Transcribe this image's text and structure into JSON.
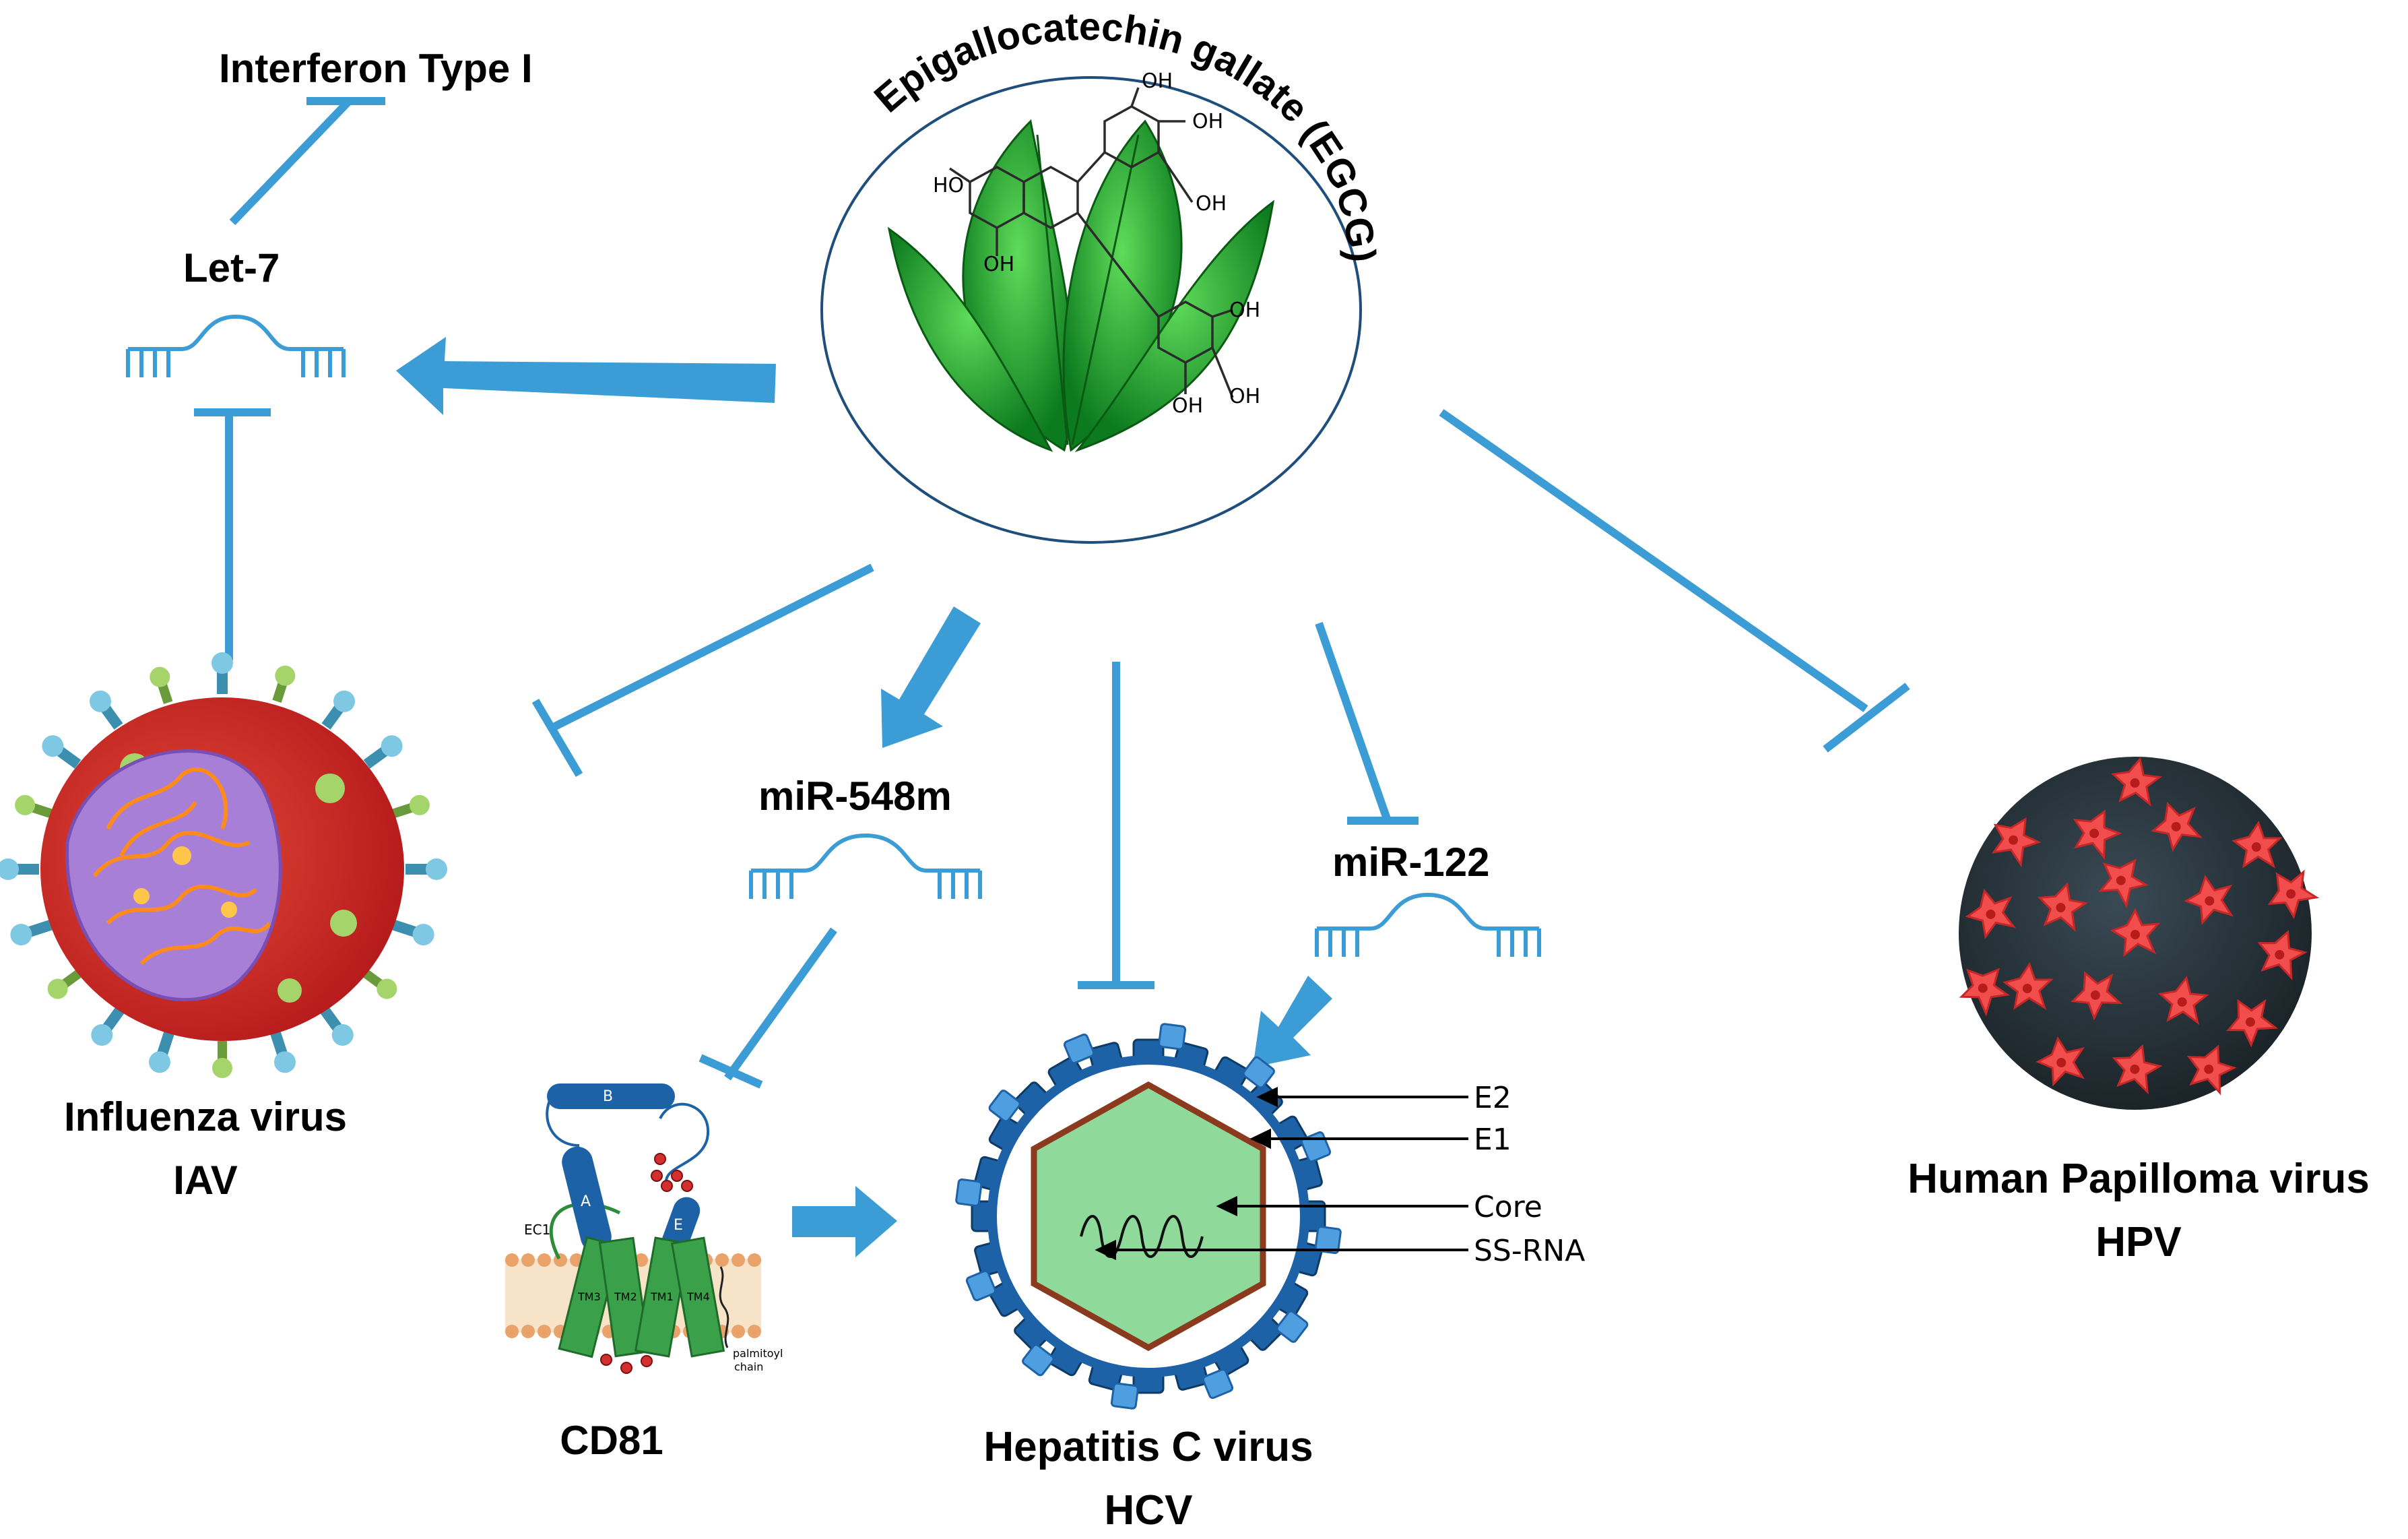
{
  "labels": {
    "interferon": "Interferon Type I",
    "let7": "Let-7",
    "egcg": "Epigallocatechin gallate (EGCG)",
    "mir548m": "miR-548m",
    "mir122": "miR-122",
    "influenza_line1": "Influenza virus",
    "influenza_line2": "IAV",
    "cd81": "CD81",
    "hcv_line1": "Hepatitis C virus",
    "hcv_line2": "HCV",
    "hpv_line1": "Human Papilloma virus",
    "hpv_line2": "HPV"
  },
  "hcv_parts": {
    "e2": "E2",
    "e1": "E1",
    "core": "Core",
    "ssrna": "SS-RNA"
  },
  "molecule_groups": [
    "OH",
    "OH",
    "OH",
    "HO",
    "OH",
    "OH",
    "OH",
    "OH"
  ],
  "cd81_parts": {
    "b": "B",
    "a": "A",
    "e": "E",
    "ec1": "EC1",
    "tm1": "TM1",
    "tm2": "TM2",
    "tm3": "TM3",
    "tm4": "TM4",
    "palmitoyl": "palmitoyl",
    "chain": "chain"
  },
  "colors": {
    "arrow": "#3c9dd6",
    "text": "#000000",
    "hcv_envelope": "#1d62a6",
    "hcv_capsid_fill": "#8fd99a",
    "hcv_capsid_stroke": "#8b3a1e",
    "hpv": "#f04a4a"
  }
}
